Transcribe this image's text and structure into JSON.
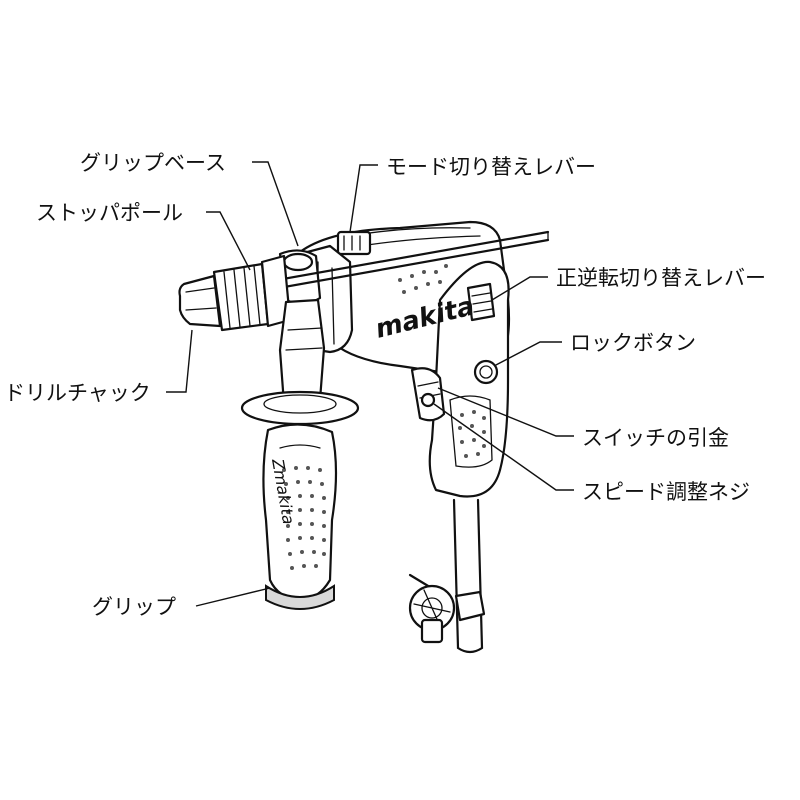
{
  "diagram": {
    "brand": "makita",
    "grip_text": "Zmakita",
    "labels": {
      "grip_base": "グリップベース",
      "stopper_pole": "ストッパポール",
      "drill_chuck": "ドリルチャック",
      "grip": "グリップ",
      "mode_lever": "モード切り替えレバー",
      "reverse_lever": "正逆転切り替えレバー",
      "lock_button": "ロックボタン",
      "switch_trigger": "スイッチの引金",
      "speed_screw": "スピード調整ネジ"
    }
  }
}
